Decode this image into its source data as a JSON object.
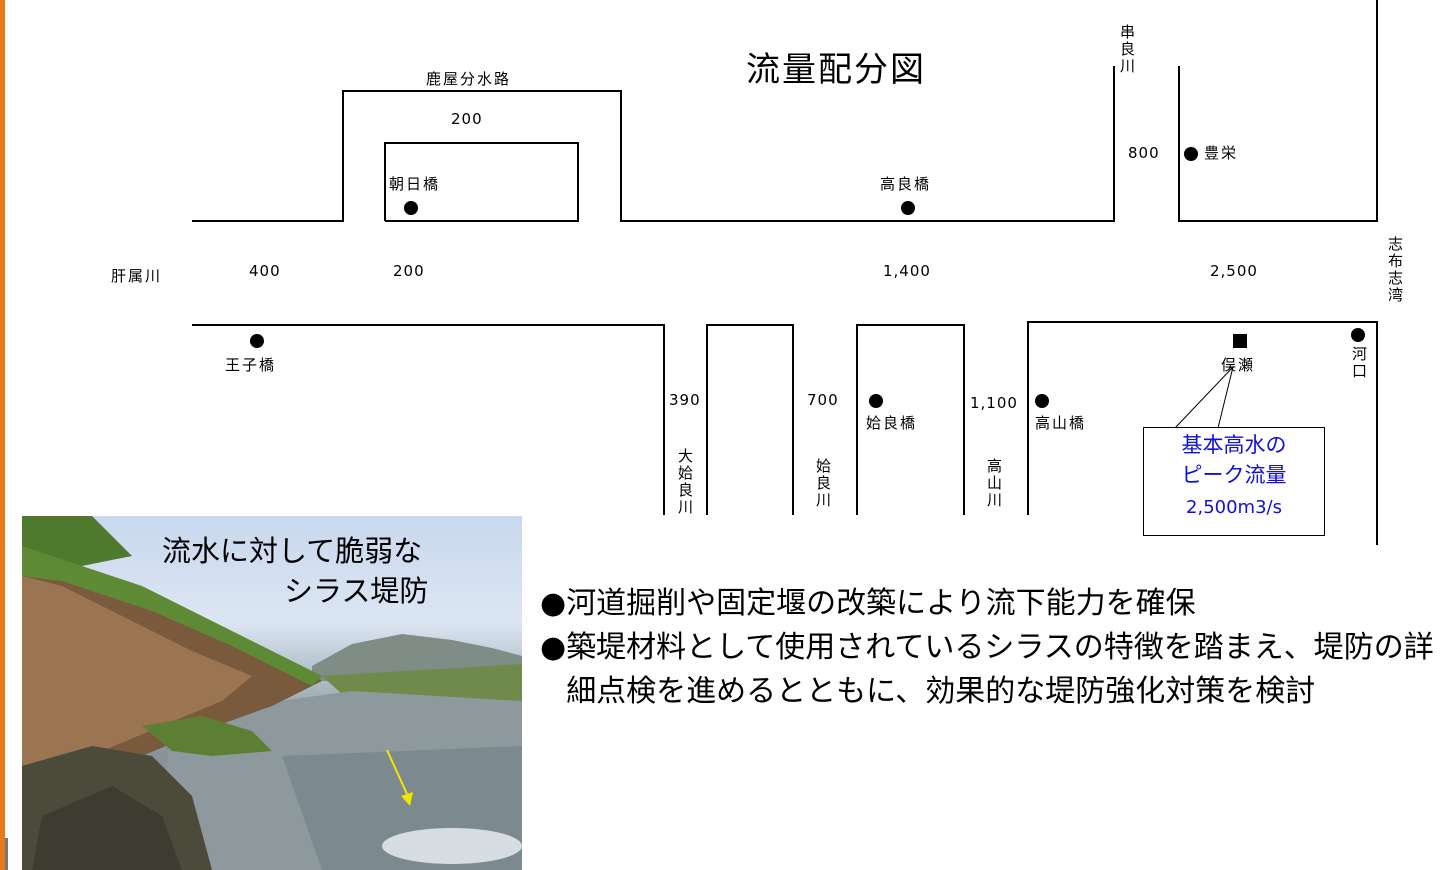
{
  "title": "流量配分図",
  "rivers": {
    "kimotsuki": "肝属川",
    "kushira": "串良川",
    "ooaira": "大姶良川",
    "aira": "姶良川",
    "takayama": "高山川",
    "shibushi_bay": "志布志湾",
    "diversion": "鹿屋分水路"
  },
  "stations": {
    "asahi": "朝日橋",
    "takara": "高良橋",
    "houei": "豊栄",
    "oji": "王子橋",
    "aira_bridge": "姶良橋",
    "takayama_bridge": "高山橋",
    "matase": "俣瀬",
    "kakou": "河口"
  },
  "flows": {
    "main_upstream": "400",
    "main_diversion": "200",
    "diversion": "200",
    "main_mid": "1,400",
    "main_down": "2,500",
    "kushira": "800",
    "ooaira": "390",
    "aira": "700",
    "takayama": "1,100"
  },
  "callout": {
    "line1": "基本高水の",
    "line2": "ピーク流量",
    "line3": "2,500m3/s"
  },
  "photo": {
    "caption_line1": "流水に対して脆弱な",
    "caption_line2": "シラス堤防"
  },
  "bullets": [
    {
      "mark": "●",
      "text": "河道掘削や固定堰の改築により流下能力を確保"
    },
    {
      "mark": "●",
      "text": "築堤材料として使用されているシラスの特徴を踏まえ、堤防の詳細点検を進めるとともに、効果的な堤防強化対策を検討"
    }
  ],
  "colors": {
    "accent": "#e87a1c",
    "callout_text": "#1010d8",
    "arrow": "#f2e600"
  }
}
